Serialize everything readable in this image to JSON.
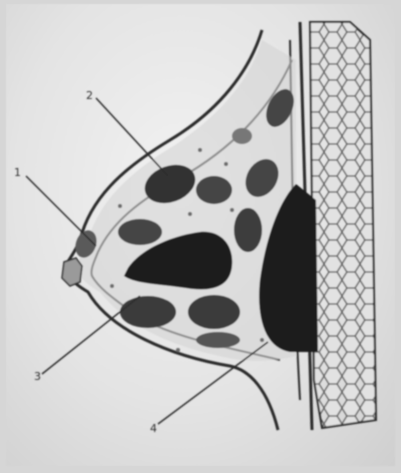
{
  "diagram": {
    "markers": [
      {
        "id": "1",
        "label": "1"
      },
      {
        "id": "2",
        "label": "2"
      },
      {
        "id": "3",
        "label": "3"
      },
      {
        "id": "4",
        "label": "4"
      }
    ]
  },
  "colors": {
    "background": "#e8e8e8",
    "outline": "#2b2b2b",
    "lobule_fill": "#3a3a3a",
    "dark_fill": "#1e1e1e",
    "tissue": "#cfcfcf"
  }
}
